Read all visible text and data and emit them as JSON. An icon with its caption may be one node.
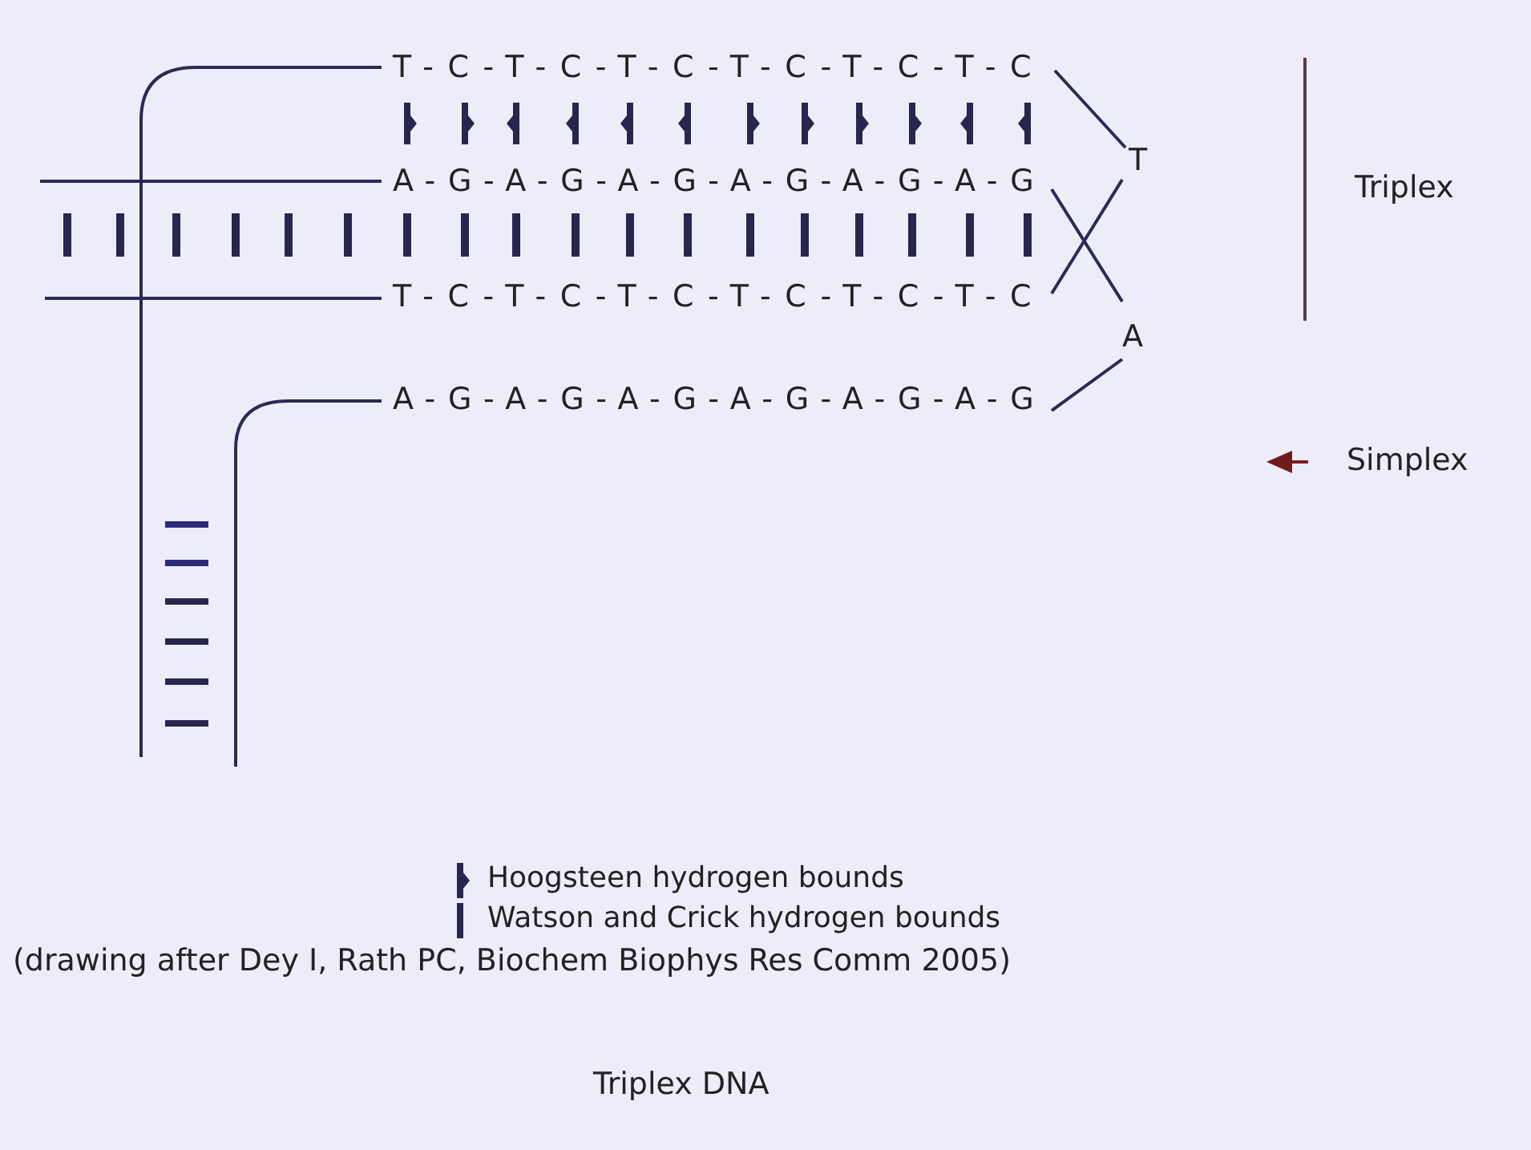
{
  "diagram": {
    "caption": "Triplex DNA",
    "labels": [
      "T-C-T-C-T-C-T-C-T-C-T-C",
      "T",
      "Triplex",
      "A-G-A-G-A-G-A-G-A-G-A-G",
      "T-C-T-C-T-C-T-C-T-C-T-C",
      "A",
      "A-G-A-G-A-G-A-G-A-G-A-G",
      "Simplex",
      "(drawing after Dey I, Rath PC, Biochem Biophys Res Comm 2005)"
    ],
    "legend": [
      {
        "text": "Hoogsteen hydrogen bounds"
      },
      {
        "text": "Watson and Crick hydrogen bounds"
      }
    ]
  }
}
